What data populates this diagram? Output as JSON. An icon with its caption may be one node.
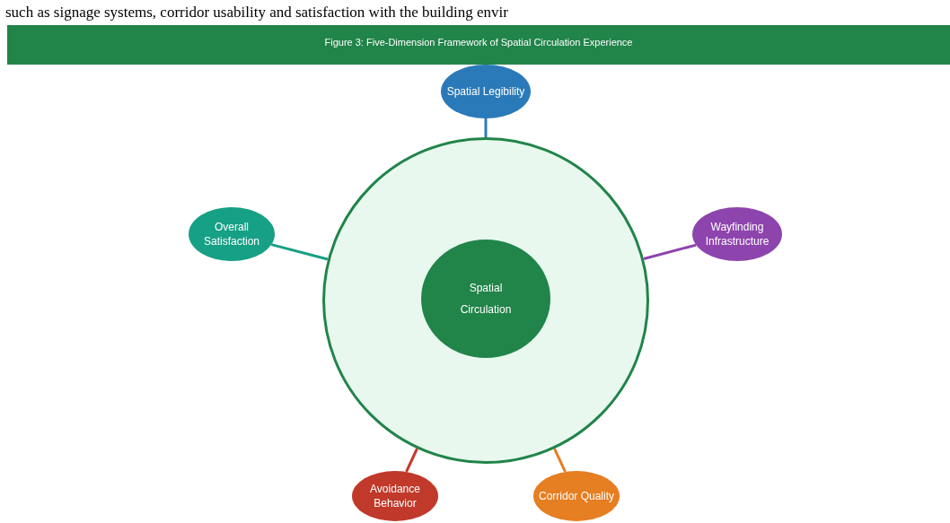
{
  "diagram": {
    "title": "Figure 3: Five-Dimension Framework of Spatial Circulation Experience",
    "nodes": [
      {
        "text": [],
        "shape": "circle"
      },
      {
        "text": [
          "Spatial Circulation"
        ],
        "in": 0
      },
      {
        "text": [
          "Spatial Legibility"
        ]
      },
      {
        "text": [
          "Overall Satisfaction"
        ]
      },
      {
        "text": [
          "Wayfinding Infrastructure"
        ]
      },
      {
        "text": [
          "Avoidance Behavior"
        ]
      },
      {
        "text": [
          "Corridor Quality"
        ]
      }
    ],
    "edges": [
      {
        "from": 0,
        "to": 2,
        "arrow": "none",
        "color": "#2a7ab9"
      },
      {
        "from": 0,
        "to": 3,
        "arrow": "none",
        "color": "#16a085"
      },
      {
        "from": 0,
        "to": 4,
        "arrow": "none",
        "color": "#8e44ad"
      },
      {
        "from": 0,
        "to": 5,
        "arrow": "none",
        "color": "#c0392b"
      },
      {
        "from": 0,
        "to": 6,
        "arrow": "none",
        "color": "#e67e22"
      }
    ],
    "labels": [
      "such as signage systems, corridor usability and satisfaction with the building envir"
    ]
  }
}
